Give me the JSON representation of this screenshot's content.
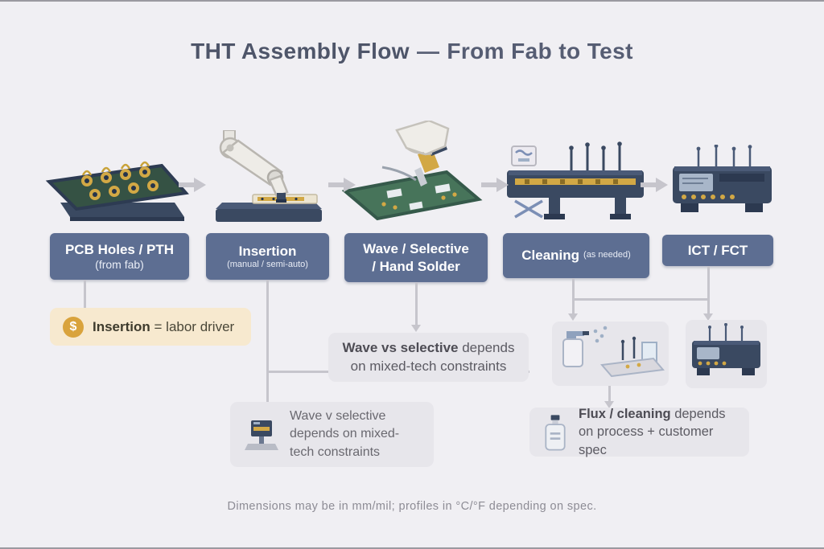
{
  "colors": {
    "background": "#f0eff3",
    "stage_box": "#5d6e92",
    "note_box": "#e7e6eb",
    "highlight_note": "#f7e9cf",
    "arrow": "#c6c5cc",
    "title_text": "#4e5569",
    "gold_accent": "#d2a845",
    "machine_navy": "#3a4961"
  },
  "title": {
    "main": "THT Assembly Flow",
    "separator": "—",
    "rest": "From Fab to Test"
  },
  "stages": [
    {
      "label": "PCB Holes / PTH",
      "sublabel": "(from fab)"
    },
    {
      "label": "Insertion",
      "sublabel": "(manual / semi-auto)"
    },
    {
      "label": "Wave / Selective",
      "label2": "/ Hand Solder"
    },
    {
      "label": "Cleaning",
      "sublabel": "(as needed)"
    },
    {
      "label": "ICT / FCT"
    }
  ],
  "notes": {
    "labor": {
      "icon_glyph": "$",
      "bold": "Insertion",
      "rest": " = labor driver"
    },
    "wave_selective_top": {
      "bold": "Wave vs selective",
      "rest": " depends on mixed-tech constraints"
    },
    "wave_selective_bottom": {
      "text": "Wave v selective depends on mixed-tech constraints"
    },
    "flux": {
      "bold": "Flux / cleaning",
      "rest": " depends on process + customer spec"
    }
  },
  "footer": "Dimensions may be in mm/mil; profiles in °C/°F depending on spec."
}
